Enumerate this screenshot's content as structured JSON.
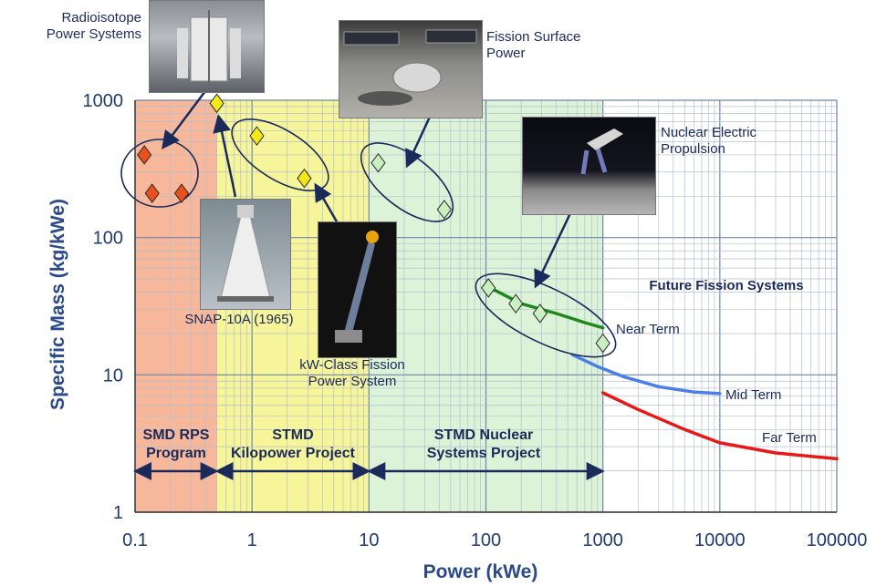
{
  "chart_data": {
    "type": "scatter",
    "title": "",
    "xlabel": "Power (kWe)",
    "ylabel": "Specific Mass (kg/kWe)",
    "x_scale": "log",
    "y_scale": "log",
    "xlim": [
      0.1,
      100000
    ],
    "ylim": [
      1,
      1000
    ],
    "x_ticks": [
      "0.1",
      "1",
      "10",
      "100",
      "1000",
      "10000",
      "100000"
    ],
    "y_ticks": [
      "1",
      "10",
      "100",
      "1000"
    ],
    "grid": true,
    "regions": [
      {
        "label": "SMD RPS\nProgram",
        "x_range": [
          0.1,
          0.5
        ],
        "color": "#f6b79a"
      },
      {
        "label": "STMD\nKilopower Project",
        "x_range": [
          0.5,
          10
        ],
        "color": "#f7f59a"
      },
      {
        "label": "STMD Nuclear\nSystems Project",
        "x_range": [
          10,
          1000
        ],
        "color": "#dcf3d8"
      }
    ],
    "series": [
      {
        "name": "Radioisotope Power Systems",
        "marker": "diamond",
        "color": "#e8501c",
        "points": [
          [
            0.12,
            400
          ],
          [
            0.14,
            210
          ],
          [
            0.25,
            210
          ]
        ]
      },
      {
        "name": "SNAP-10A (1965)",
        "marker": "diamond",
        "color": "#f5e817",
        "points": [
          [
            0.5,
            950
          ]
        ]
      },
      {
        "name": "kW-Class Fission Power System",
        "marker": "diamond",
        "color": "#f5e817",
        "points": [
          [
            1.1,
            550
          ],
          [
            2.8,
            270
          ]
        ]
      },
      {
        "name": "Fission Surface Power",
        "marker": "diamond",
        "color": "#c8efc0",
        "points": [
          [
            12,
            350
          ],
          [
            44,
            160
          ]
        ]
      },
      {
        "name": "Nuclear Electric Propulsion",
        "marker": "diamond",
        "color": "#c8efc0",
        "points": [
          [
            105,
            43
          ],
          [
            180,
            33
          ],
          [
            290,
            28
          ],
          [
            1000,
            17
          ]
        ]
      }
    ],
    "curves": [
      {
        "name": "Near Term",
        "color": "#1e8a1e",
        "points": [
          [
            115,
            42
          ],
          [
            200,
            33
          ],
          [
            400,
            28
          ],
          [
            700,
            24
          ],
          [
            1000,
            22
          ]
        ]
      },
      {
        "name": "Mid Term",
        "color": "#4a7ee8",
        "points": [
          [
            550,
            14
          ],
          [
            900,
            11.5
          ],
          [
            1500,
            9.7
          ],
          [
            3000,
            8.2
          ],
          [
            6000,
            7.5
          ],
          [
            10000,
            7.3
          ]
        ]
      },
      {
        "name": "Far Term",
        "color": "#e81818",
        "points": [
          [
            1000,
            7.4
          ],
          [
            2000,
            5.6
          ],
          [
            5000,
            4.0
          ],
          [
            10000,
            3.2
          ],
          [
            30000,
            2.7
          ],
          [
            100000,
            2.45
          ]
        ]
      }
    ],
    "annotations": {
      "future_fission": "Future Fission Systems",
      "near_term": "Near Term",
      "mid_term": "Mid Term",
      "far_term": "Far Term",
      "rps": "Radioisotope\nPower Systems",
      "fission_surface": "Fission Surface\nPower",
      "nep": "Nuclear Electric\nPropulsion",
      "snap": "SNAP-10A (1965)",
      "kw_class": "kW-Class Fission\nPower System"
    }
  }
}
